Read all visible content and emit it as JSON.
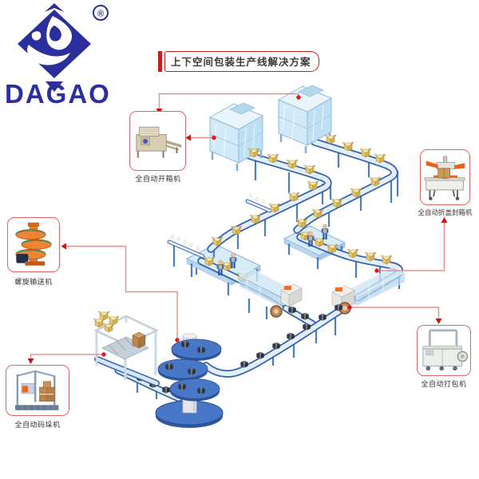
{
  "brand": {
    "name": "DAGAO",
    "registered": "®"
  },
  "title": {
    "text": "上下空间包装生产线解决方案"
  },
  "callouts": [
    {
      "id": "case-opener",
      "label": "全自动开箱机"
    },
    {
      "id": "flap-fold-sealer",
      "label": "全自动折盖封箱机"
    },
    {
      "id": "spiral-conveyor",
      "label": "螺旋输送机"
    },
    {
      "id": "palletizer",
      "label": "全自动码垛机"
    },
    {
      "id": "strapping-machine",
      "label": "全自动打包机"
    }
  ],
  "icons": [
    "case-opener-machine-icon",
    "flap-fold-sealer-machine-icon",
    "spiral-conveyor-machine-icon",
    "palletizer-machine-icon",
    "strapping-machine-icon",
    "connector-dot-icon",
    "connector-arrow-icon"
  ],
  "colors": {
    "logo_blue": "#2b2f9e",
    "accent_red": "#c41f1f",
    "connector_pink": "#e59090",
    "connector_dot_red": "#e01818",
    "conveyor_blue": "#2f63b0",
    "belt_light": "#e4edf8",
    "cabinet_blue": "#d2e9f7",
    "box_yellow": "#eed87e",
    "strapped_box_navy": "#2c3c5e",
    "spiral_blue": "#4777c6"
  }
}
